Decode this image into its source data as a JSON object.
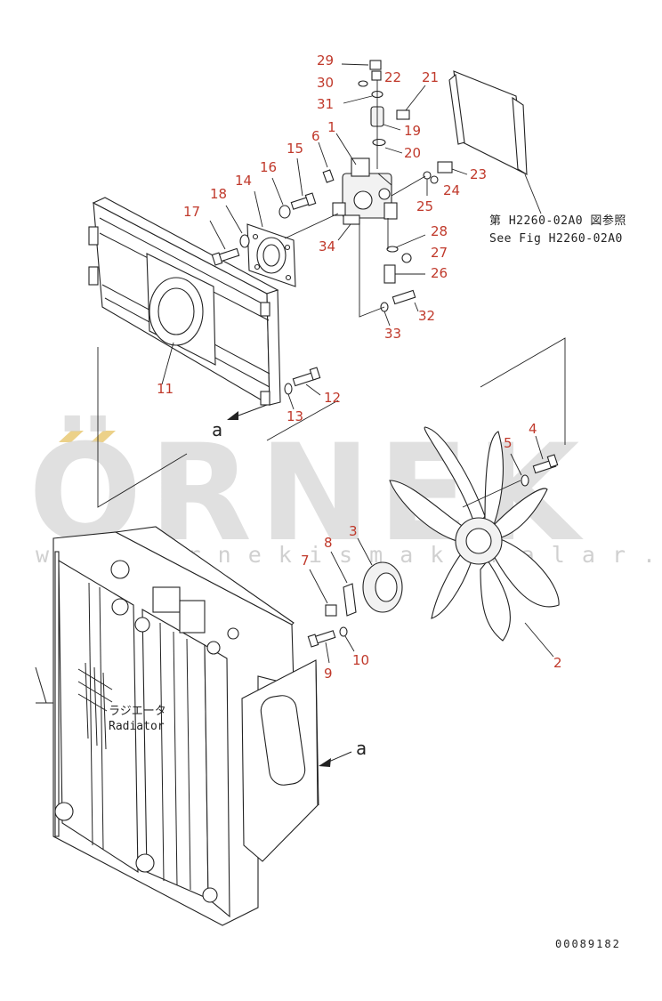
{
  "watermark": {
    "brand": "ÖRNEK",
    "url": "w w w . o r n e k i s m a k i n a l a r . c o m . t r"
  },
  "reference": {
    "jp": "第 H2260-02A0 図参照",
    "en": "See Fig H2260-02A0"
  },
  "radiator_label": {
    "jp": "ラジエータ",
    "en": "Radiator"
  },
  "view_markers": [
    "a",
    "a"
  ],
  "drawing_code": "00089182",
  "parts": [
    {
      "num": "1"
    },
    {
      "num": "2"
    },
    {
      "num": "3"
    },
    {
      "num": "4"
    },
    {
      "num": "5"
    },
    {
      "num": "6"
    },
    {
      "num": "7"
    },
    {
      "num": "8"
    },
    {
      "num": "9"
    },
    {
      "num": "10"
    },
    {
      "num": "11"
    },
    {
      "num": "12"
    },
    {
      "num": "13"
    },
    {
      "num": "14"
    },
    {
      "num": "15"
    },
    {
      "num": "16"
    },
    {
      "num": "17"
    },
    {
      "num": "18"
    },
    {
      "num": "19"
    },
    {
      "num": "20"
    },
    {
      "num": "21"
    },
    {
      "num": "22"
    },
    {
      "num": "23"
    },
    {
      "num": "24"
    },
    {
      "num": "25"
    },
    {
      "num": "26"
    },
    {
      "num": "27"
    },
    {
      "num": "28"
    },
    {
      "num": "29"
    },
    {
      "num": "30"
    },
    {
      "num": "31"
    },
    {
      "num": "32"
    },
    {
      "num": "33"
    },
    {
      "num": "34"
    }
  ]
}
